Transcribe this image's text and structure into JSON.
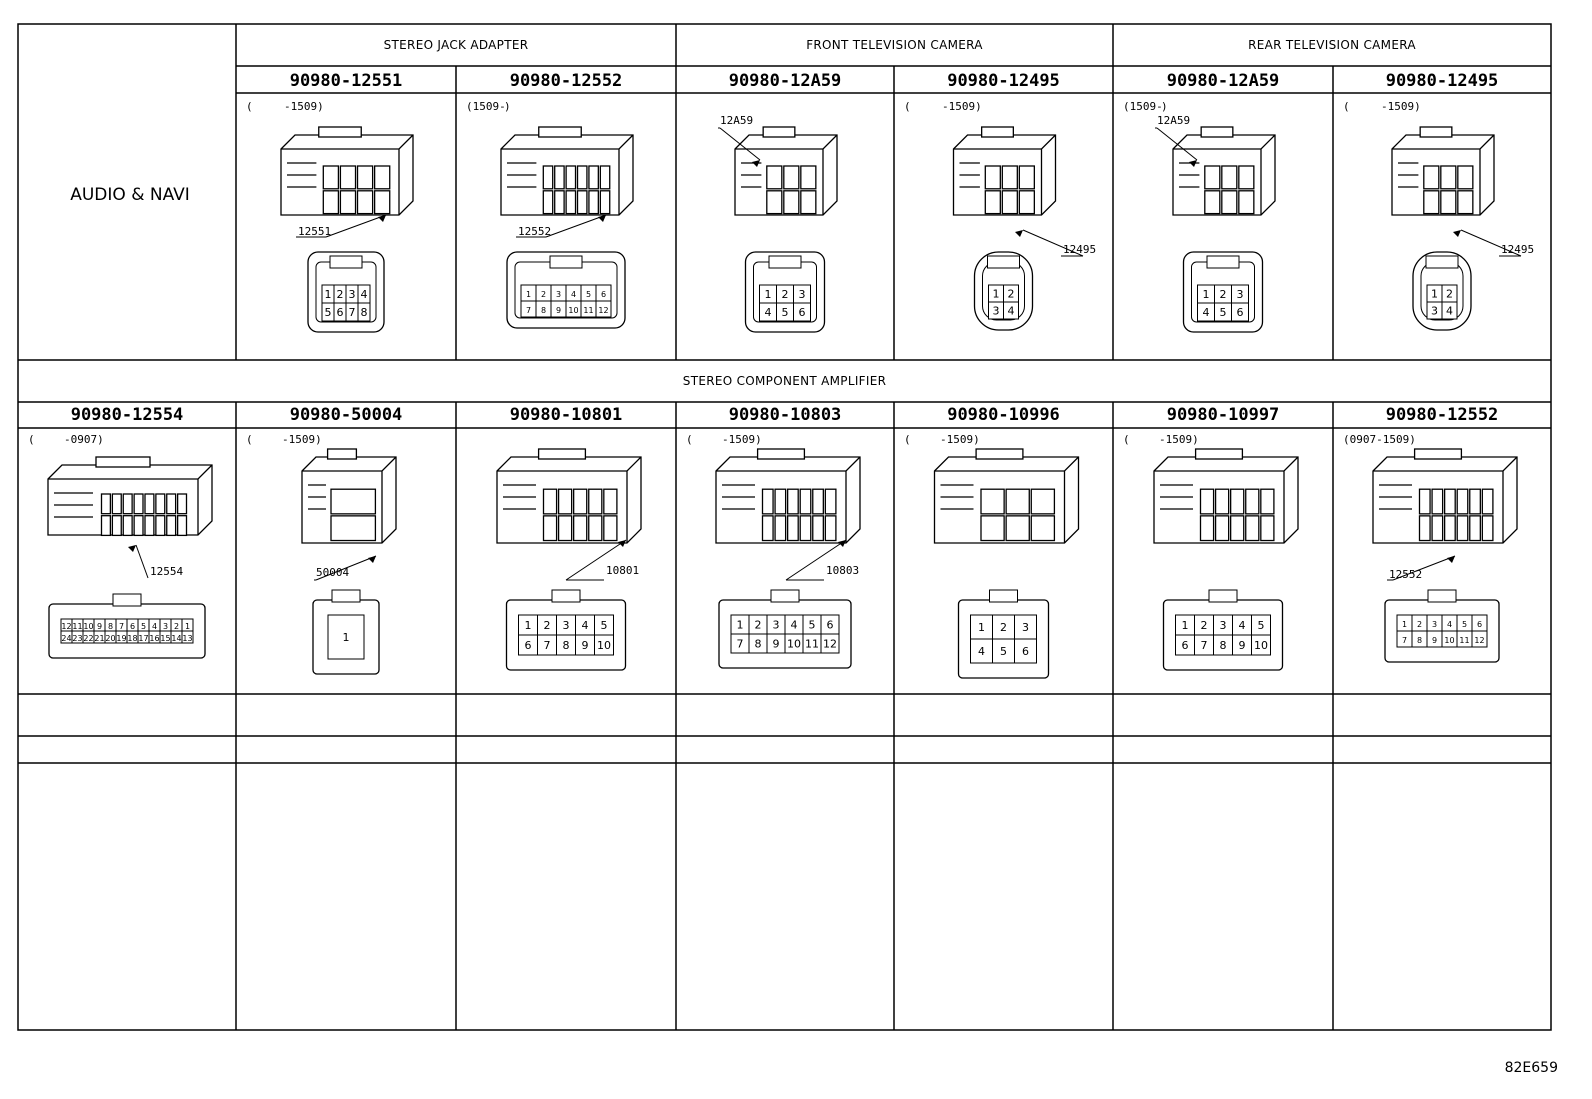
{
  "side_label": "AUDIO & NAVI",
  "drawing_code": "82E659",
  "top_groups": [
    "STEREO JACK ADAPTER",
    "FRONT TELEVISION CAMERA",
    "REAR TELEVISION CAMERA"
  ],
  "bottom_group": "STEREO COMPONENT AMPLIFIER",
  "top_connectors": [
    {
      "part": "90980-12551",
      "date_from": "(",
      "date_to": "-1509)",
      "label": "12551",
      "pins": [
        "1",
        "2",
        "3",
        "4",
        "5",
        "6",
        "7",
        "8"
      ]
    },
    {
      "part": "90980-12552",
      "date_from": "(1509-",
      "date_to": ")",
      "label": "12552",
      "pins": [
        "1",
        "2",
        "3",
        "4",
        "5",
        "6",
        "7",
        "8",
        "9",
        "10",
        "11",
        "12"
      ]
    },
    {
      "part": "90980-12A59",
      "date_from": "",
      "date_to": "",
      "label": "12A59",
      "pins": [
        "1",
        "2",
        "3",
        "4",
        "5",
        "6"
      ]
    },
    {
      "part": "90980-12495",
      "date_from": "(",
      "date_to": "-1509)",
      "label": "12495",
      "pins": [
        "1",
        "2",
        "3",
        "4"
      ]
    },
    {
      "part": "90980-12A59",
      "date_from": "(1509-",
      "date_to": ")",
      "label": "12A59",
      "pins": [
        "1",
        "2",
        "3",
        "4",
        "5",
        "6"
      ]
    },
    {
      "part": "90980-12495",
      "date_from": "(",
      "date_to": "-1509)",
      "label": "12495",
      "pins": [
        "1",
        "2",
        "3",
        "4"
      ]
    }
  ],
  "bottom_connectors": [
    {
      "part": "90980-12554",
      "date_from": "(",
      "date_to": "-0907)",
      "label": "12554",
      "pins": [
        "12",
        "11",
        "10",
        "9",
        "8",
        "7",
        "6",
        "5",
        "4",
        "3",
        "2",
        "1",
        "24",
        "23",
        "22",
        "21",
        "20",
        "19",
        "18",
        "17",
        "16",
        "15",
        "14",
        "13"
      ]
    },
    {
      "part": "90980-50004",
      "date_from": "(",
      "date_to": "-1509)",
      "label": "50004",
      "pins": [
        "1"
      ]
    },
    {
      "part": "90980-10801",
      "date_from": "",
      "date_to": "",
      "label": "10801",
      "pins": [
        "1",
        "2",
        "3",
        "4",
        "5",
        "6",
        "7",
        "8",
        "9",
        "10"
      ]
    },
    {
      "part": "90980-10803",
      "date_from": "(",
      "date_to": "-1509)",
      "label": "10803",
      "pins": [
        "1",
        "2",
        "3",
        "4",
        "5",
        "6",
        "7",
        "8",
        "9",
        "10",
        "11",
        "12"
      ]
    },
    {
      "part": "90980-10996",
      "date_from": "(",
      "date_to": "-1509)",
      "label": "",
      "pins": [
        "1",
        "2",
        "3",
        "4",
        "5",
        "6"
      ]
    },
    {
      "part": "90980-10997",
      "date_from": "(",
      "date_to": "-1509)",
      "label": "",
      "pins": [
        "1",
        "2",
        "3",
        "4",
        "5",
        "6",
        "7",
        "8",
        "9",
        "10"
      ]
    },
    {
      "part": "90980-12552",
      "date_from": "(0907-1509)",
      "date_to": "",
      "label": "12552",
      "pins": [
        "1",
        "2",
        "3",
        "4",
        "5",
        "6",
        "7",
        "8",
        "9",
        "10",
        "11",
        "12"
      ]
    }
  ]
}
